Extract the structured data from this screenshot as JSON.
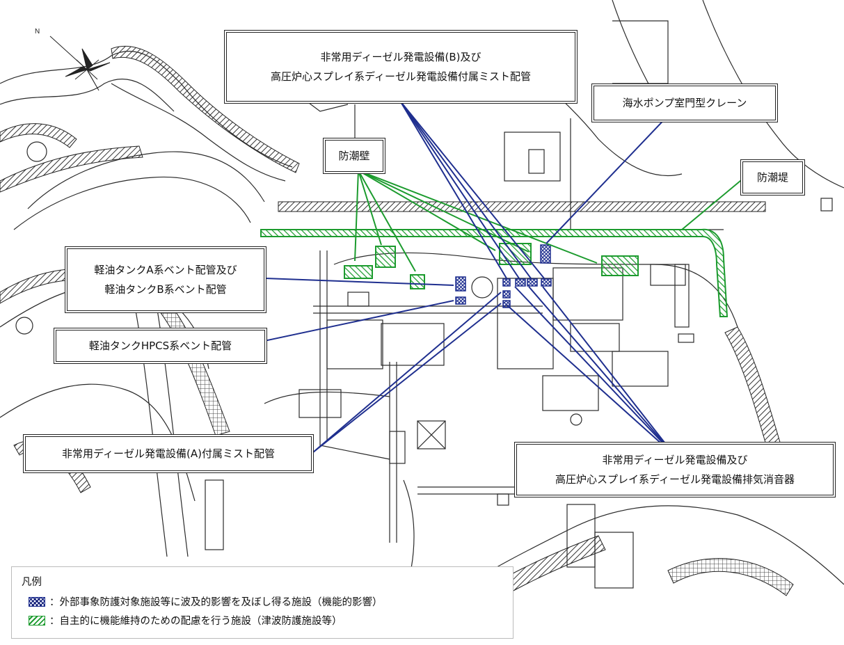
{
  "compass": {
    "north_label": "N"
  },
  "callouts": {
    "edg_b_mist": [
      "非常用ディーゼル発電設備(B)及び",
      "高圧炉心スプレイ系ディーゼル発電設備付属ミスト配管"
    ],
    "seawater_crane": [
      "海水ポンプ室門型クレーン"
    ],
    "seawall_left": [
      "防潮壁"
    ],
    "seawall_right": [
      "防潮堤"
    ],
    "oil_tank_ab_vent": [
      "軽油タンクA系ベント配管及び",
      "軽油タンクB系ベント配管"
    ],
    "oil_tank_hpcs_vent": [
      "軽油タンクHPCS系ベント配管"
    ],
    "edg_a_mist": [
      "非常用ディーゼル発電設備(A)付属ミスト配管"
    ],
    "edg_exhaust_silencer": [
      "非常用ディーゼル発電設備及び",
      "高圧炉心スプレイ系ディーゼル発電設備排気消音器"
    ]
  },
  "legend": {
    "title": "凡例",
    "items": [
      {
        "text": "：外部事象防護対象施設等に波及的影響を及ぼし得る施設（機能的影響）",
        "color": "#1f2f8f",
        "pattern": "cross-hatch"
      },
      {
        "text": "：自主的に機能維持のための配慮を行う施設（津波防護施設等）",
        "color": "#1c9b2e",
        "pattern": "diagonal-hatch"
      }
    ]
  },
  "colors": {
    "leader_blue": "#1f2f8f",
    "leader_green": "#1c9b2e",
    "linework": "#2a2a2a"
  }
}
